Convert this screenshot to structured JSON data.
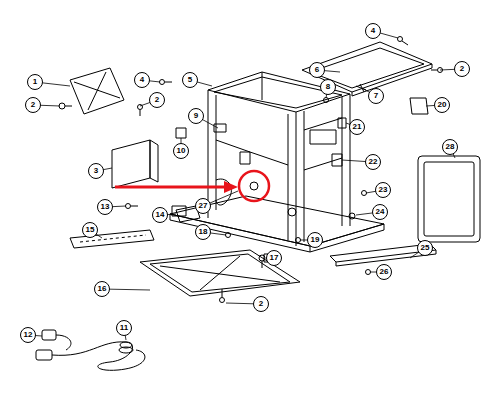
{
  "diagram": {
    "nodes": [
      {
        "text": [
          "4"
        ]
      },
      {
        "text": [
          "6"
        ]
      },
      {
        "text": [
          "2"
        ]
      },
      {
        "text": [
          "4"
        ]
      },
      {
        "text": [
          "5"
        ]
      },
      {
        "text": [
          "1"
        ]
      },
      {
        "text": [
          "8"
        ]
      },
      {
        "text": [
          "7"
        ]
      },
      {
        "text": [
          "2"
        ]
      },
      {
        "text": [
          "2"
        ]
      },
      {
        "text": [
          "20"
        ]
      },
      {
        "text": [
          "9"
        ]
      },
      {
        "text": [
          "21"
        ]
      },
      {
        "text": [
          "28"
        ]
      },
      {
        "text": [
          "10"
        ]
      },
      {
        "text": [
          "22"
        ]
      },
      {
        "text": [
          "3"
        ]
      },
      {
        "text": [
          "23"
        ]
      },
      {
        "text": [
          "27"
        ]
      },
      {
        "text": [
          "13"
        ]
      },
      {
        "text": [
          "24"
        ]
      },
      {
        "text": [
          "14"
        ]
      },
      {
        "text": [
          "15"
        ]
      },
      {
        "text": [
          "18"
        ]
      },
      {
        "text": [
          "19"
        ]
      },
      {
        "text": [
          "25"
        ]
      },
      {
        "text": [
          "17"
        ]
      },
      {
        "text": [
          "26"
        ]
      },
      {
        "text": [
          "16"
        ]
      },
      {
        "text": [
          "2"
        ]
      },
      {
        "text": [
          "11"
        ]
      },
      {
        "text": [
          "12"
        ]
      }
    ]
  }
}
